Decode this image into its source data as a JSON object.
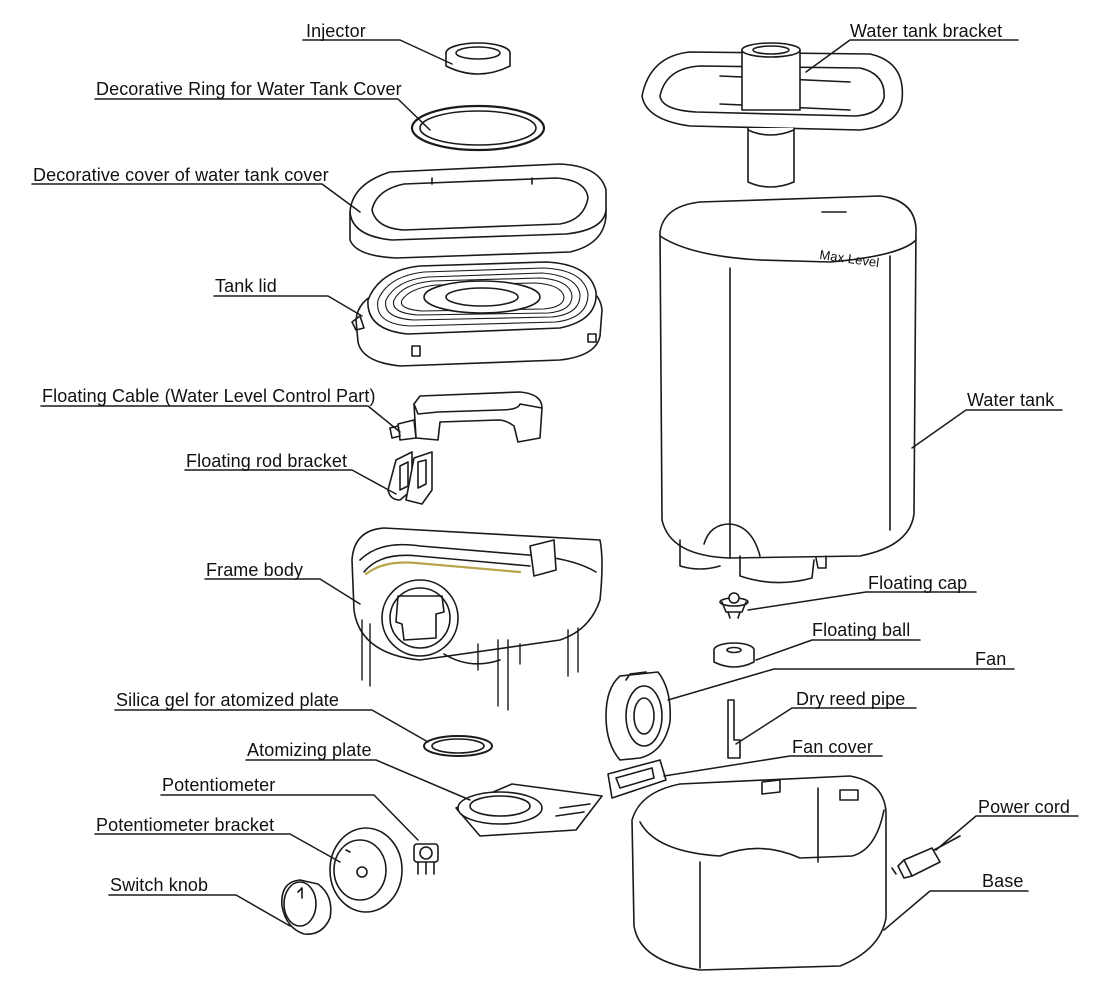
{
  "diagram": {
    "tank_marking": "Max Level",
    "labels": {
      "injector": "Injector",
      "decorative_ring": "Decorative Ring for Water Tank Cover",
      "decorative_cover": "Decorative cover of water tank cover",
      "tank_lid": "Tank lid",
      "floating_cable": "Floating Cable (Water Level Control Part)",
      "floating_rod_bracket": "Floating rod bracket",
      "frame_body": "Frame body",
      "silica_gel": "Silica gel for atomized plate",
      "atomizing_plate": "Atomizing plate",
      "potentiometer": "Potentiometer",
      "potentiometer_bracket": "Potentiometer bracket",
      "switch_knob": "Switch knob",
      "water_tank_bracket": "Water tank bracket",
      "water_tank": "Water tank",
      "floating_cap": "Floating cap",
      "floating_ball": "Floating ball",
      "fan": "Fan",
      "dry_reed_pipe": "Dry reed pipe",
      "fan_cover": "Fan cover",
      "power_cord": "Power cord",
      "base": "Base"
    }
  }
}
